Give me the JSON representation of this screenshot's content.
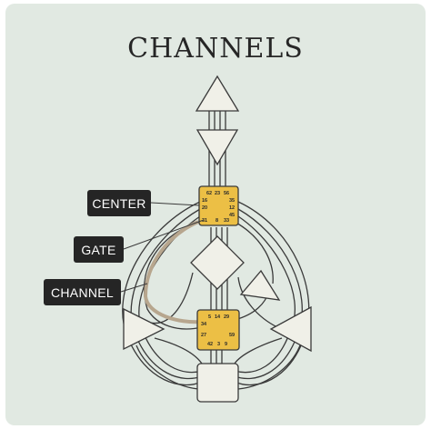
{
  "title": "CHANNELS",
  "labels": {
    "center": "CENTER",
    "gate": "GATE",
    "channel": "CHANNEL"
  },
  "throat_gates": [
    "62",
    "23",
    "56",
    "16",
    "35",
    "20",
    "12",
    "45",
    "31",
    "8",
    "33"
  ],
  "sacral_gates": [
    "5",
    "14",
    "29",
    "34",
    "27",
    "59",
    "42",
    "3",
    "9"
  ],
  "colors": {
    "background": "#e1e9e2",
    "center_fill": "#f0f0e8",
    "center_defined": "#ecbf45",
    "line": "#3a3a3a",
    "highlighted_channel": "#b7a68e",
    "label_bg": "#252525"
  }
}
